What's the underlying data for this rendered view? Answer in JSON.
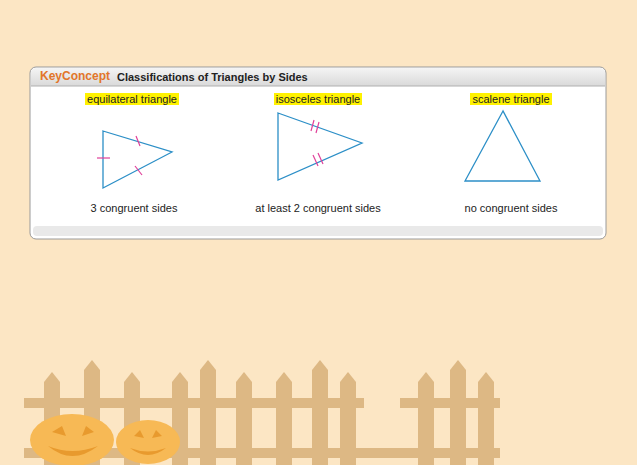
{
  "diagram": {
    "title": "Classifications of Triangles by Sides",
    "labels": [
      "KeyConcept",
      "equilateral triangle",
      "3 congruent sides",
      "isosceles triangle",
      "at least 2 congruent sides",
      "scalene triangle",
      "no congruent sides"
    ]
  }
}
